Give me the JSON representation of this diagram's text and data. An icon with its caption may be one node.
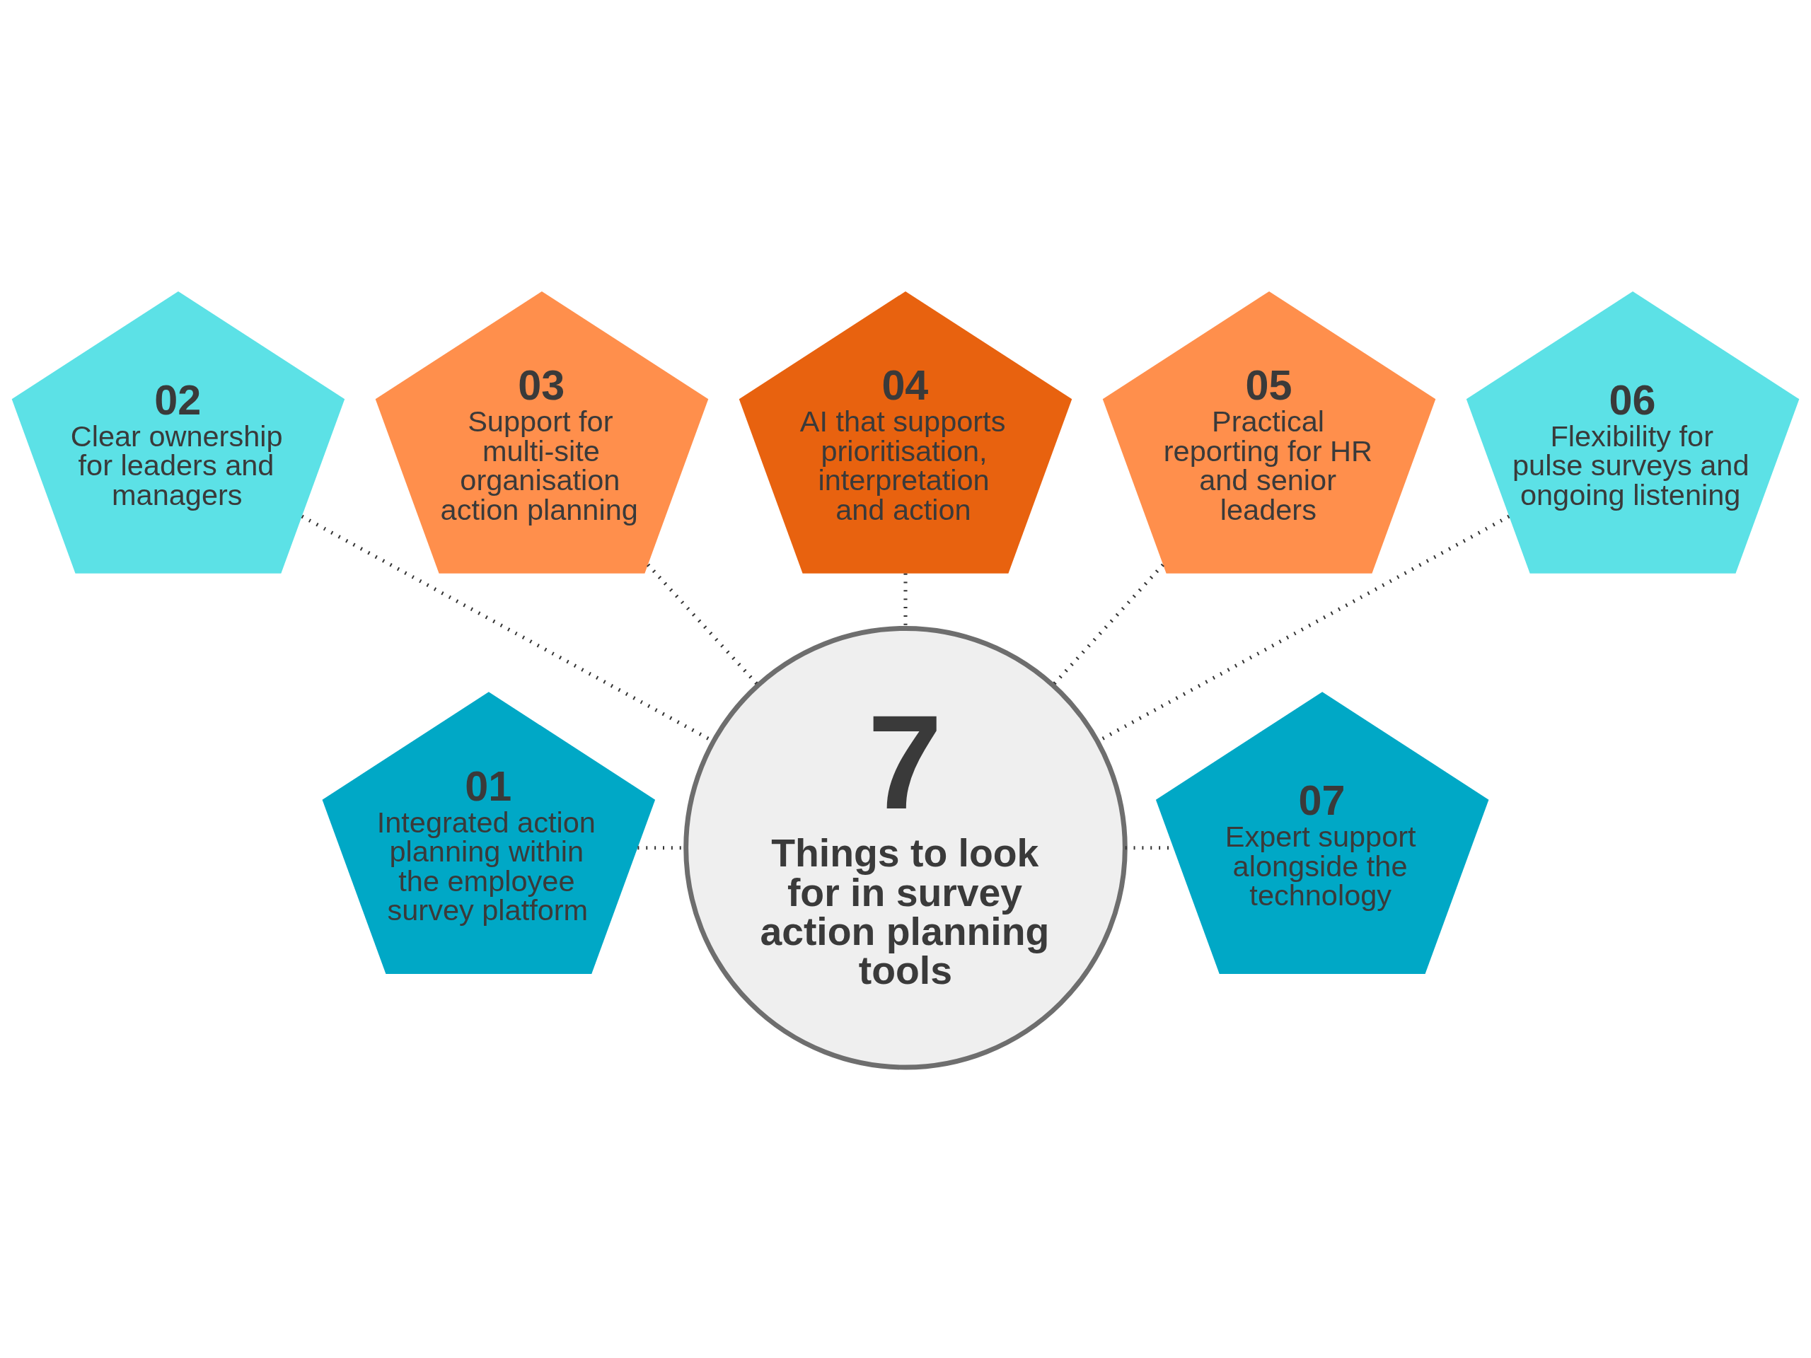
{
  "diagram": {
    "nodes": [
      {
        "text": [
          "7",
          "Things to look for in survey action planning tools"
        ]
      },
      {
        "text": [
          "01",
          "Integrated action planning within the employee survey platform"
        ]
      },
      {
        "text": [
          "02",
          "Clear ownership for leaders and managers"
        ]
      },
      {
        "text": [
          "03",
          "Support for multi-site organisation action planning"
        ]
      },
      {
        "text": [
          "04",
          "AI that supports prioritisation, interpretation and action"
        ]
      },
      {
        "text": [
          "05",
          "Practical reporting for HR and senior leaders"
        ]
      },
      {
        "text": [
          "06",
          "Flexibility for pulse surveys and ongoing listening"
        ]
      },
      {
        "text": [
          "07",
          "Expert support alongside the technology"
        ]
      }
    ],
    "edges": [
      {
        "from": 1,
        "to": 0,
        "arrow": "none",
        "style": "dashed"
      },
      {
        "from": 2,
        "to": 0,
        "arrow": "none",
        "style": "dashed"
      },
      {
        "from": 3,
        "to": 0,
        "arrow": "none",
        "style": "dashed"
      },
      {
        "from": 4,
        "to": 0,
        "arrow": "none",
        "style": "dashed"
      },
      {
        "from": 5,
        "to": 0,
        "arrow": "none",
        "style": "dashed"
      },
      {
        "from": 6,
        "to": 0,
        "arrow": "none",
        "style": "dashed"
      },
      {
        "from": 0,
        "to": 7,
        "arrow": "none",
        "style": "dashed"
      }
    ]
  }
}
